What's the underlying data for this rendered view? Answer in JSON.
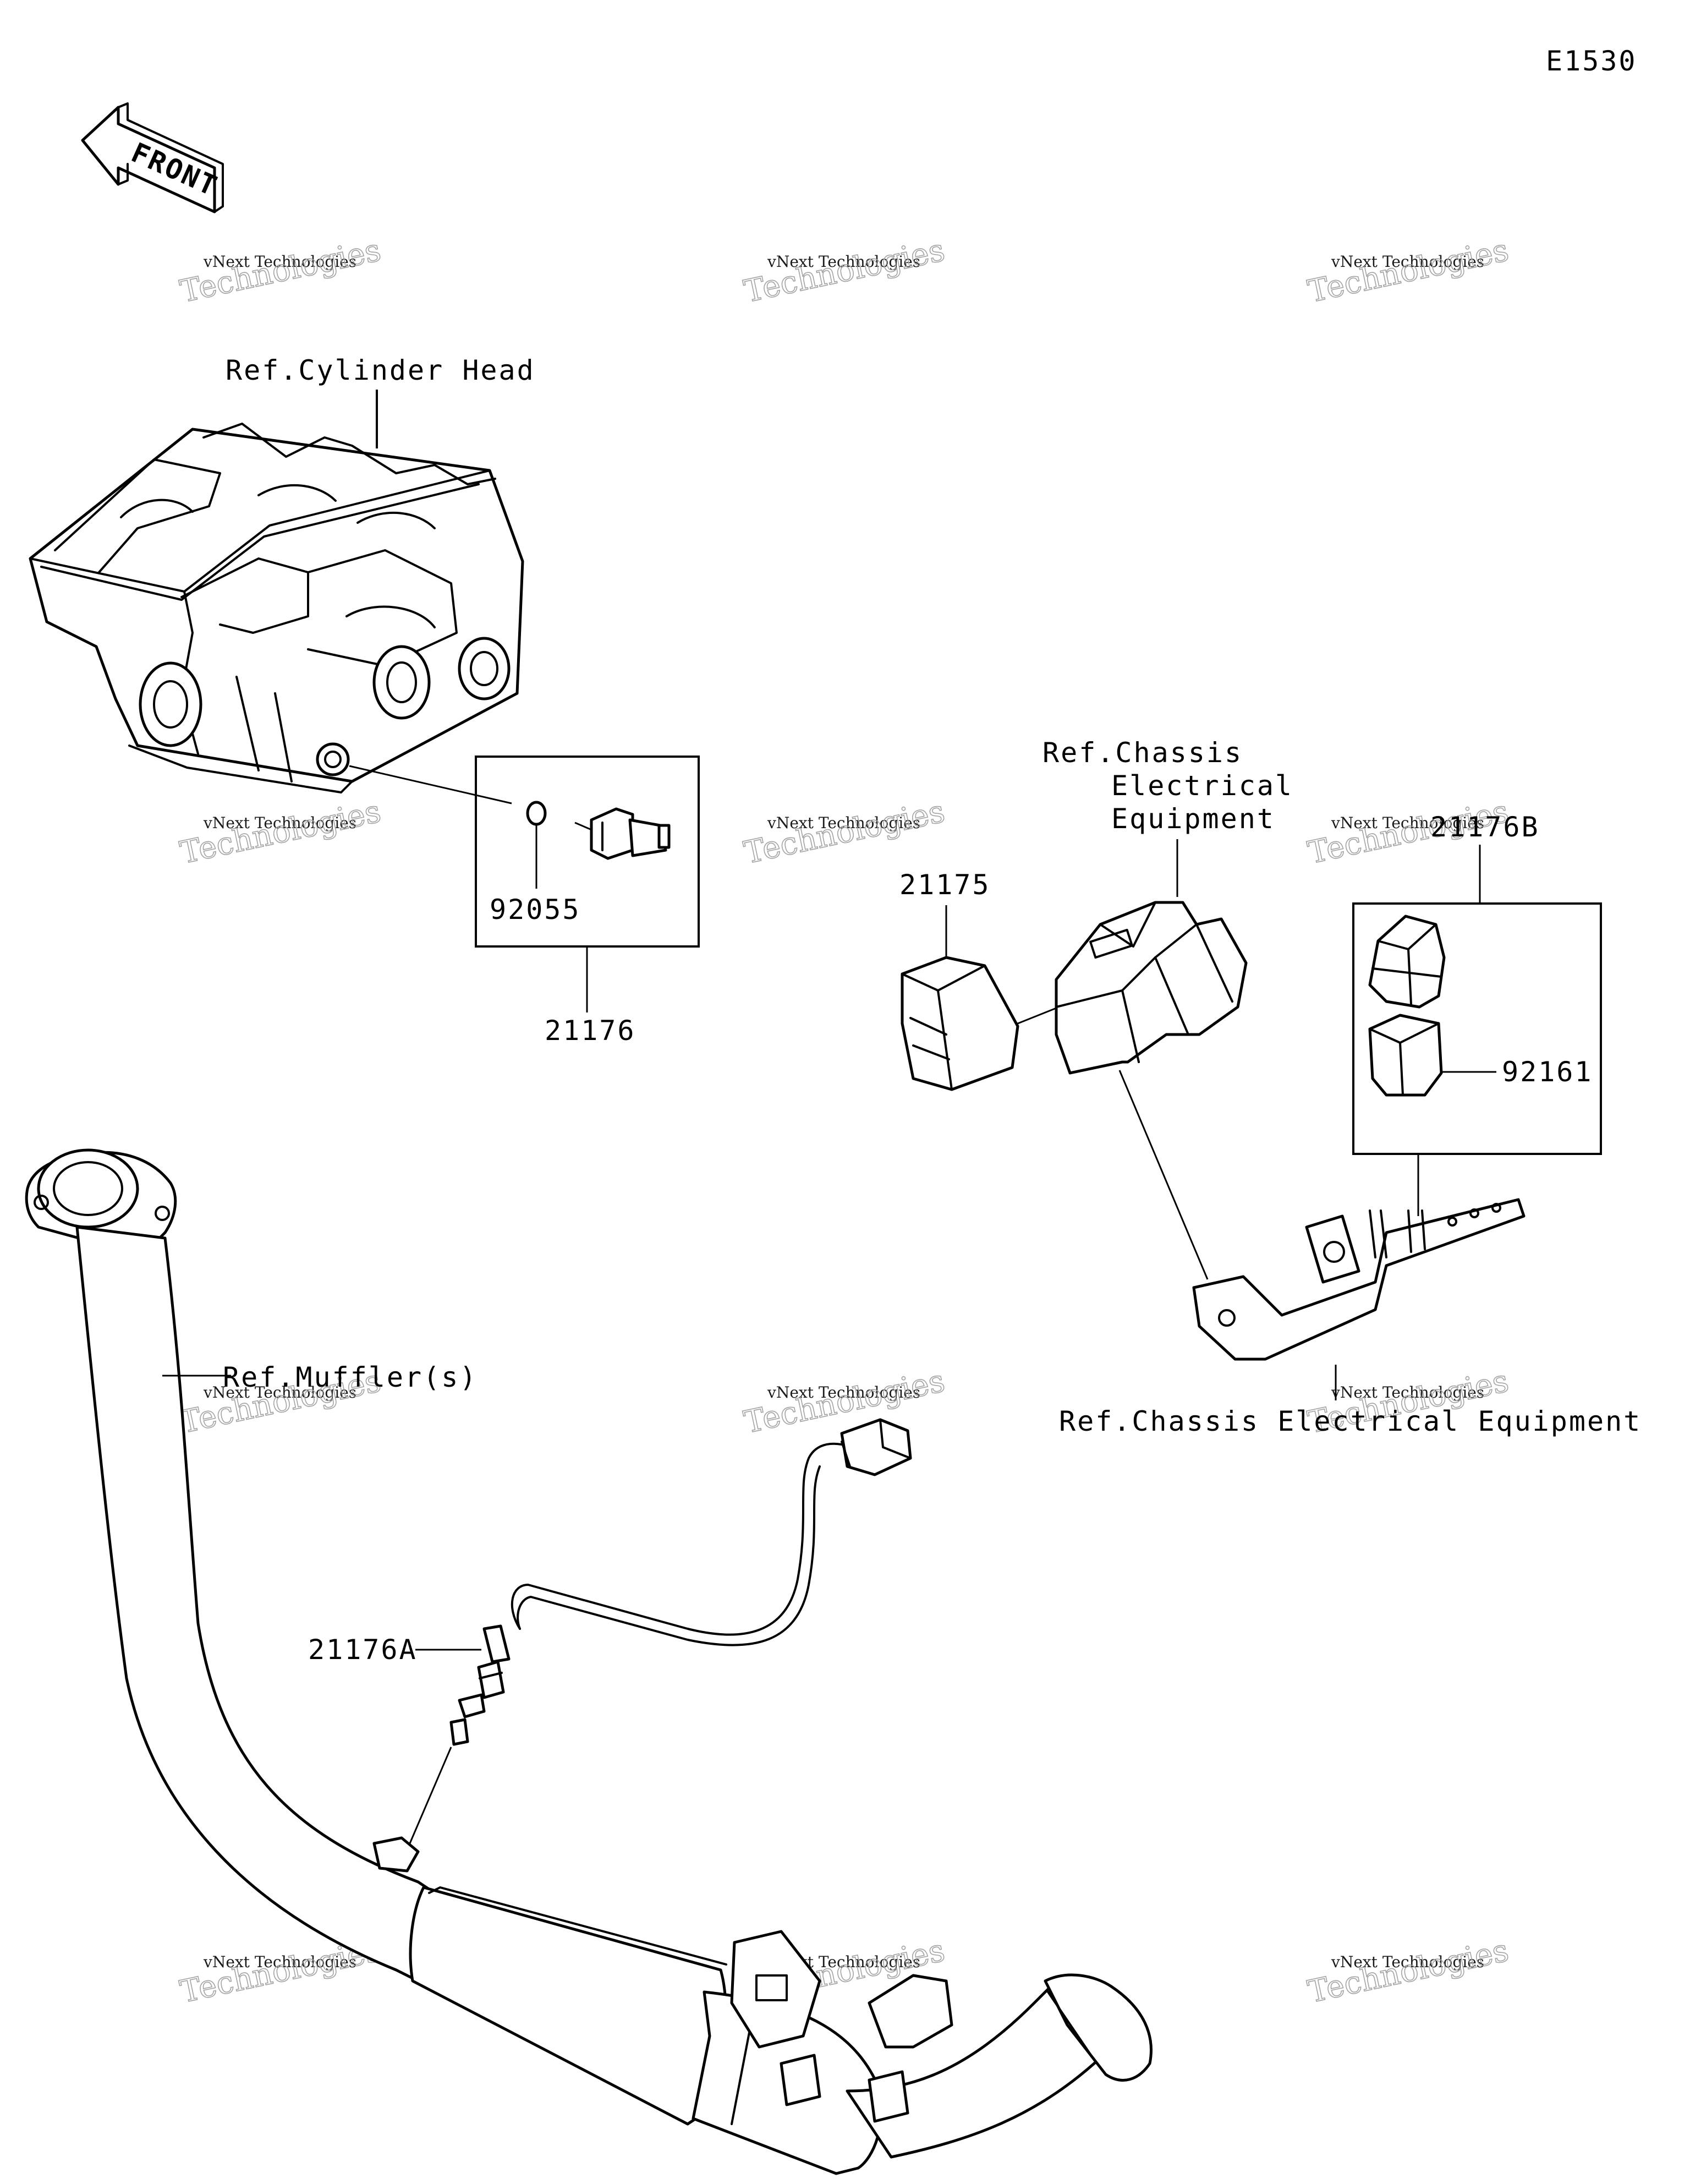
{
  "diagram_code": "E1530",
  "front_label": "FRONT",
  "watermark": {
    "line1": "vNext Technologies",
    "line2": "vNext",
    "line3": "Technologies"
  },
  "labels": {
    "ref_cylinder_head": "Ref.Cylinder Head",
    "part_92055": "92055",
    "part_21176": "21176",
    "ref_chassis_line1": "Ref.Chassis",
    "ref_chassis_line2": "Electrical",
    "ref_chassis_line3": "Equipment",
    "part_21175": "21175",
    "part_21176B": "21176B",
    "part_92161": "92161",
    "ref_mufflers": "Ref.Muffler(s)",
    "ref_chassis_bottom": "Ref.Chassis Electrical Equipment",
    "part_21176A": "21176A"
  },
  "icons": [
    "front-arrow-icon"
  ]
}
